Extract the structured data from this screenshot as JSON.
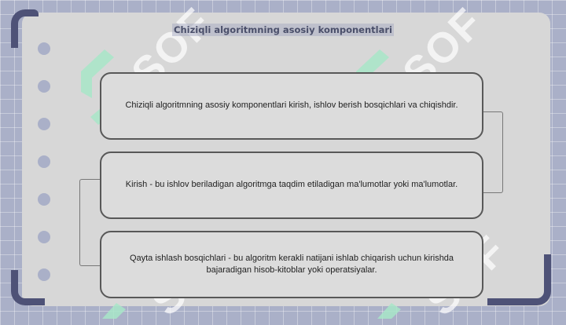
{
  "title": "Chiziqli algoritmning asosiy komponentlari",
  "watermark": "SOF",
  "steps": [
    {
      "text": "Chiziqli algoritmning asosiy komponentlari kirish, ishlov berish bosqichlari va chiqishdir."
    },
    {
      "text": "Kirish - bu ishlov beriladigan algoritmga taqdim etiladigan ma'lumotlar yoki ma'lumotlar."
    },
    {
      "text": "Qayta ishlash bosqichlari - bu algoritm kerakli natijani ishlab chiqarish uchun kirishda bajaradigan hisob-kitoblar yoki operatsiyalar."
    }
  ],
  "colors": {
    "background": "#aab0c8",
    "card": "#d7d7d7",
    "accent": "#4e5277",
    "watermark_green": "#a8e6c8"
  }
}
